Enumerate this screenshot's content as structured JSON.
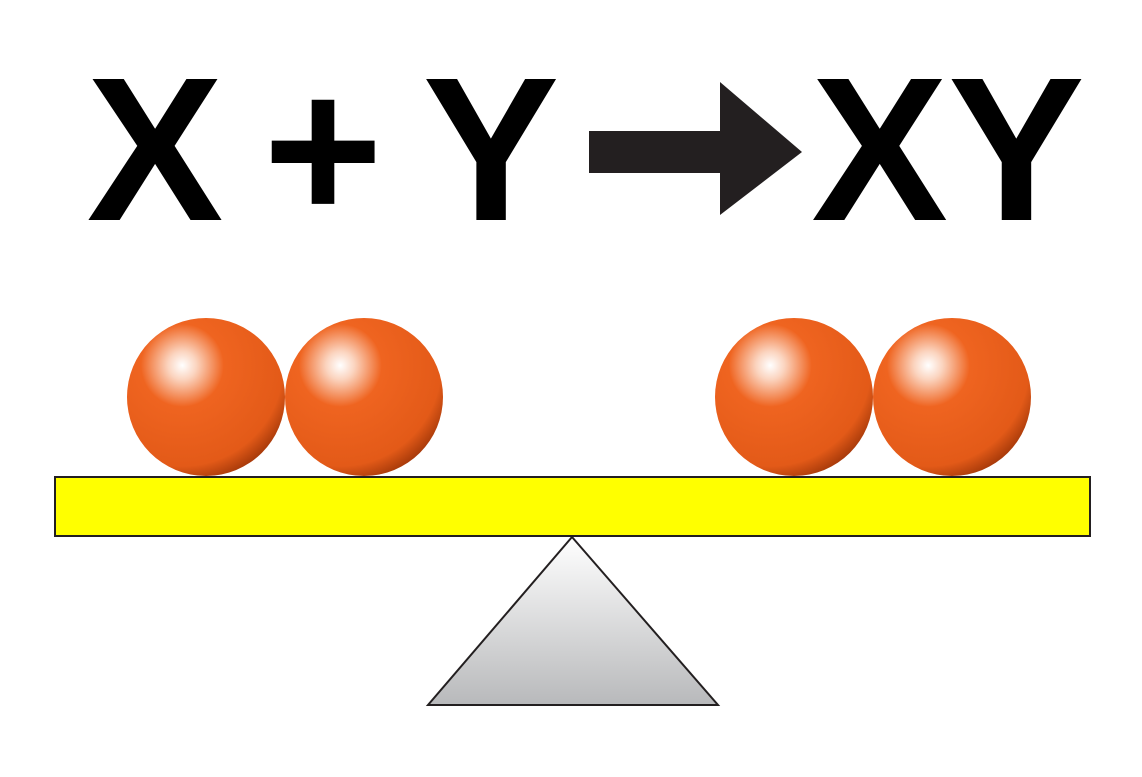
{
  "equation": {
    "reactant_1": "X",
    "operator": "+",
    "reactant_2": "Y",
    "product": "XY"
  },
  "colors": {
    "text": "#000000",
    "arrow": "#231f20",
    "ball": "#ef6420",
    "ball_dark": "#a83a0a",
    "ball_highlight": "#ffffff",
    "plank": "#ffff00",
    "plank_outline": "#231f20",
    "fulcrum_top": "#ffffff",
    "fulcrum_bottom": "#b8b9bb"
  },
  "balance": {
    "left_balls": 2,
    "right_balls": 2,
    "icons": [
      "arrow-right-icon",
      "sphere-icon",
      "plank",
      "fulcrum-icon"
    ]
  }
}
